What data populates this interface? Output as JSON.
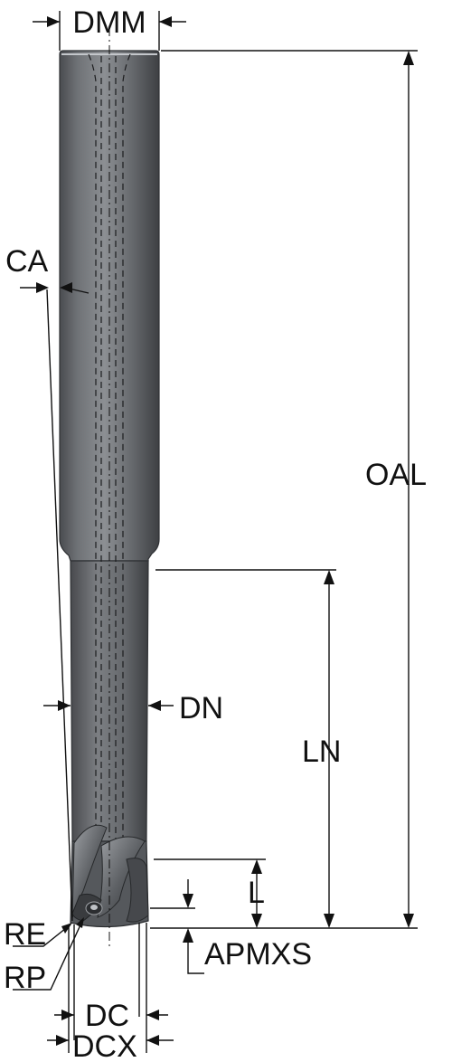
{
  "labels": {
    "dmm": "DMM",
    "ca": "CA",
    "oal": "OAL",
    "dn": "DN",
    "ln": "LN",
    "l": "L",
    "apmxs": "APMXS",
    "re": "RE",
    "rp": "RP",
    "dc": "DC",
    "dcx": "DCX"
  },
  "colors": {
    "tool_dark": "#3f4144",
    "tool_mid": "#7a7d81",
    "tool_light": "#b4b7bb",
    "line": "#111111"
  }
}
